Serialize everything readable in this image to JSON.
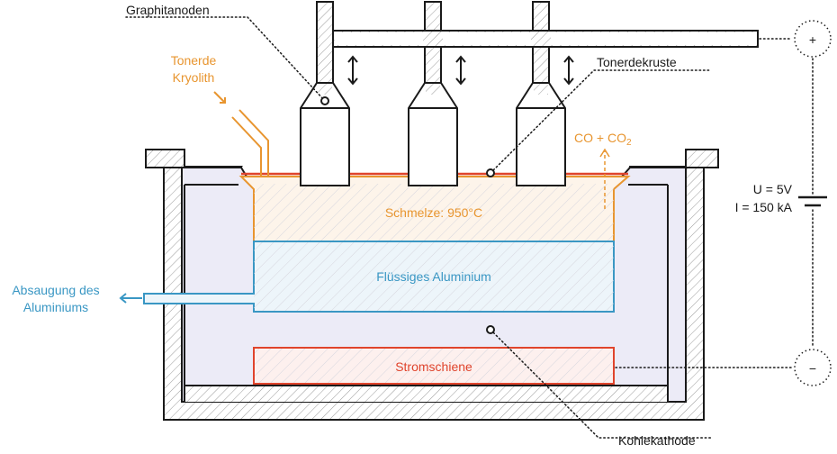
{
  "labels": {
    "graphite_anodes": "Graphitanoden",
    "alumina_line1": "Tonerde",
    "alumina_line2": "Kryolith",
    "alumina_crust": "Tonerdekruste",
    "gas_prefix": "CO + CO",
    "gas_sub": "2",
    "melt": "Schmelze: 950°C",
    "liquid_aluminium": "Flüssiges Aluminium",
    "extraction_line1": "Absaugung des",
    "extraction_line2": "Aluminiums",
    "busbar": "Stromschiene",
    "carbon_cathode": "Kohlekathode",
    "voltage": "U = 5V",
    "current": "I = 150 kA",
    "plus_symbol": "+",
    "minus_symbol": "−"
  },
  "colors": {
    "outline": "#1a1a1a",
    "orange": "#e8952f",
    "blue": "#3a97c4",
    "red": "#e0442c",
    "cell_fill": "#ecebf7",
    "melt_fill": "#fdf4ea",
    "aluminium_fill": "#edf5fa",
    "busbar_fill": "#fdf0ee"
  }
}
